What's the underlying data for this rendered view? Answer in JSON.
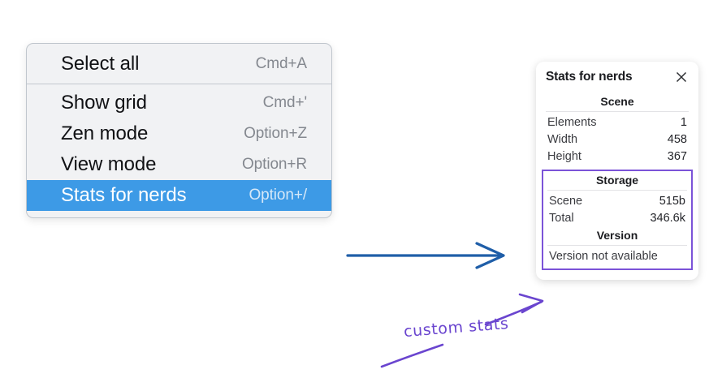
{
  "menu": {
    "groups": [
      {
        "items": [
          {
            "label": "Select all",
            "shortcut": "Cmd+A",
            "selected": false
          }
        ]
      },
      {
        "items": [
          {
            "label": "Show grid",
            "shortcut": "Cmd+'",
            "selected": false
          },
          {
            "label": "Zen mode",
            "shortcut": "Option+Z",
            "selected": false
          },
          {
            "label": "View mode",
            "shortcut": "Option+R",
            "selected": false
          },
          {
            "label": "Stats for nerds",
            "shortcut": "Option+/",
            "selected": true
          }
        ]
      }
    ],
    "highlight_color": "#3d9ae6"
  },
  "stats_panel": {
    "title": "Stats for nerds",
    "close_icon": "close-icon",
    "scene": {
      "heading": "Scene",
      "rows": [
        {
          "label": "Elements",
          "value": "1"
        },
        {
          "label": "Width",
          "value": "458"
        },
        {
          "label": "Height",
          "value": "367"
        }
      ]
    },
    "storage": {
      "heading": "Storage",
      "rows": [
        {
          "label": "Scene",
          "value": "515b"
        },
        {
          "label": "Total",
          "value": "346.6k"
        }
      ]
    },
    "version": {
      "heading": "Version",
      "note": "Version not available"
    }
  },
  "annotations": {
    "callout_text": "custom stats",
    "callout_color": "#6a45cf",
    "flow_arrow_color": "#1f5ea8"
  }
}
